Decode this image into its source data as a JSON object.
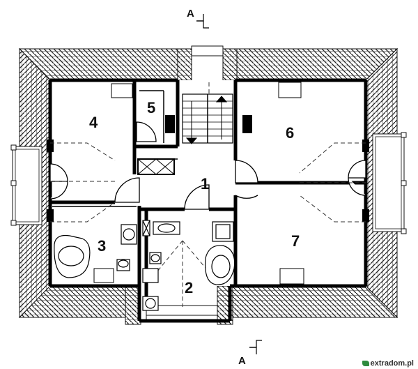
{
  "rooms": {
    "r1": "1",
    "r2": "2",
    "r3": "3",
    "r4": "4",
    "r5": "5",
    "r6": "6",
    "r7": "7"
  },
  "section_markers": {
    "top": "A",
    "bottom": "A"
  },
  "watermark": {
    "text": "extradom.pl",
    "icon": "leaf-logo-icon"
  }
}
